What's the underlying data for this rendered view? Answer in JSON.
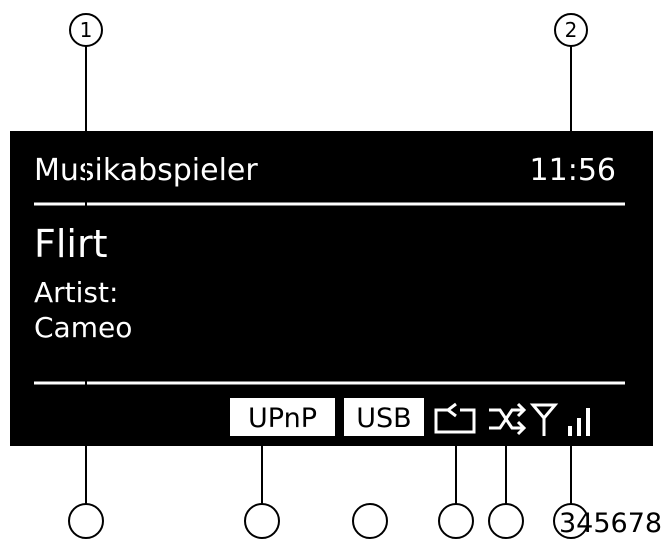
{
  "display": {
    "title": "Musikabspieler",
    "time": "11:56",
    "track_title": "Flirt",
    "artist_label": "Artist:",
    "artist_name": "Cameo"
  },
  "status_bar": {
    "upnp_label": "UPnP",
    "usb_label": "USB",
    "icons": [
      "repeat-icon",
      "shuffle-icon",
      "signal-strength-icon"
    ]
  },
  "callouts": {
    "top": [
      "1",
      "2"
    ],
    "bottom_label": "345678"
  },
  "colors": {
    "screen_background": "#000000",
    "screen_text": "#ffffff",
    "line": "#000000"
  }
}
